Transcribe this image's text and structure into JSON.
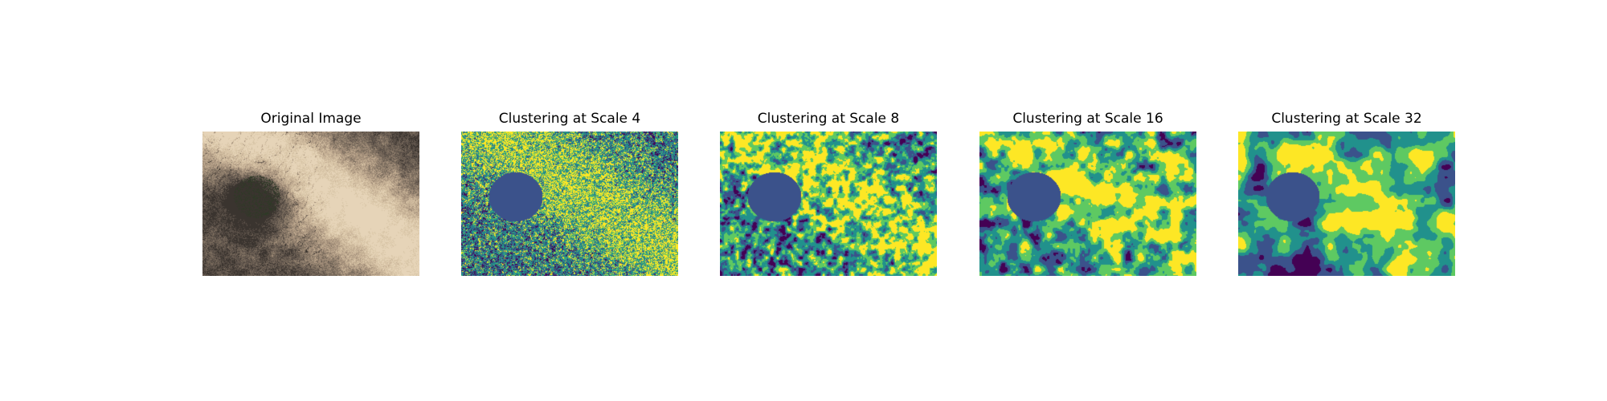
{
  "figure": {
    "panels": [
      {
        "title": "Original Image",
        "kind": "photo",
        "palette": [
          "#3a342f",
          "#5a5048",
          "#7a6c5e",
          "#a08c78",
          "#c2ad92",
          "#d8c4a6",
          "#e6d4b8",
          "#2e3a26"
        ]
      },
      {
        "title": "Clustering at Scale 4",
        "kind": "cluster",
        "palette": [
          "#440154",
          "#3b528b",
          "#21918c",
          "#5ec962",
          "#fde725"
        ]
      },
      {
        "title": "Clustering at Scale 8",
        "kind": "cluster",
        "palette": [
          "#440154",
          "#3b528b",
          "#21918c",
          "#5ec962",
          "#fde725"
        ]
      },
      {
        "title": "Clustering at Scale 16",
        "kind": "cluster",
        "palette": [
          "#440154",
          "#3b528b",
          "#21918c",
          "#5ec962",
          "#fde725"
        ]
      },
      {
        "title": "Clustering at Scale 32",
        "kind": "cluster",
        "palette": [
          "#440154",
          "#3b528b",
          "#21918c",
          "#5ec962",
          "#fde725"
        ]
      }
    ]
  }
}
